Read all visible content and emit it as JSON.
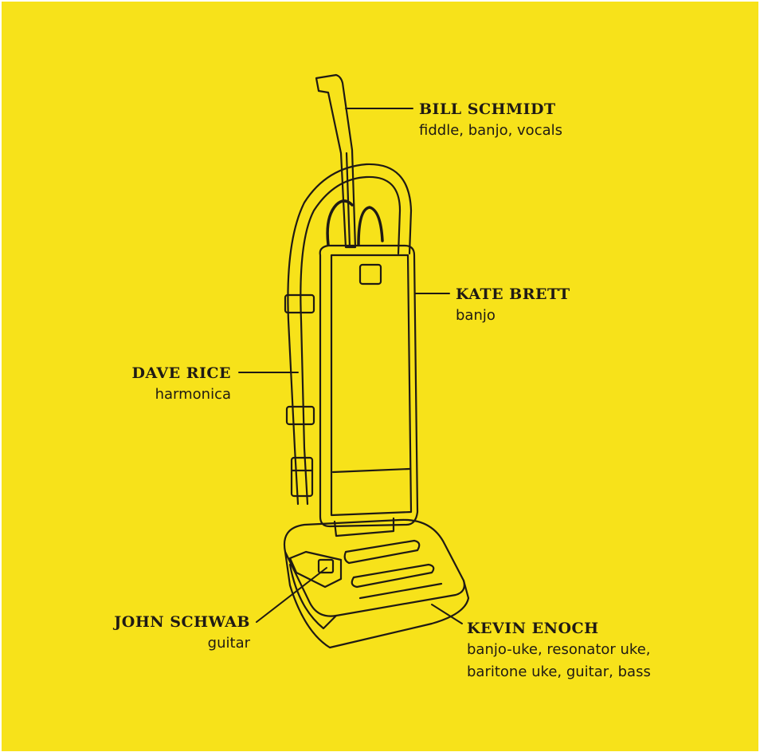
{
  "credits": [
    {
      "key": "bill",
      "name": "BILL SCHMIDT",
      "roles": [
        "fiddle, banjo, vocals"
      ]
    },
    {
      "key": "kate",
      "name": "KATE BRETT",
      "roles": [
        "banjo"
      ]
    },
    {
      "key": "dave",
      "name": "DAVE RICE",
      "roles": [
        "harmonica"
      ]
    },
    {
      "key": "john",
      "name": "JOHN SCHWAB",
      "roles": [
        "guitar"
      ]
    },
    {
      "key": "kevin",
      "name": "KEVIN ENOCH",
      "roles": [
        "banjo-uke, resonator uke,",
        "baritone uke, guitar, bass"
      ]
    }
  ],
  "colors": {
    "background": "#f7e21a",
    "ink": "#1f1a14"
  }
}
